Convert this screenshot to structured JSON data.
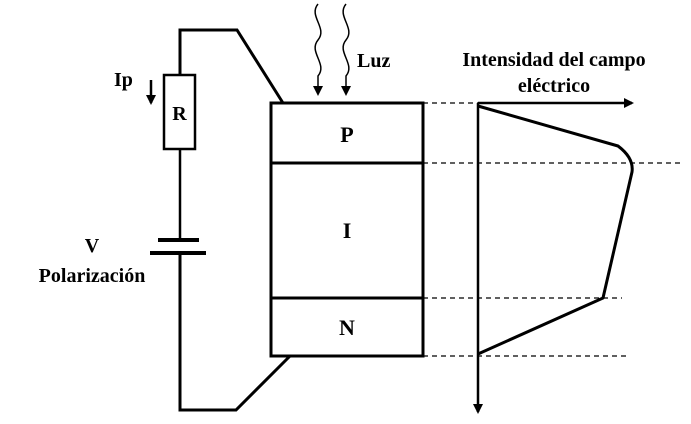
{
  "labels": {
    "current": "Ip",
    "resistor": "R",
    "light": "Luz",
    "field_title_line1": "Intensidad del campo",
    "field_title_line2": "eléctrico",
    "voltage": "V",
    "bias": "Polarización"
  },
  "layers": [
    {
      "id": "p",
      "label": "P"
    },
    {
      "id": "i",
      "label": "I"
    },
    {
      "id": "n",
      "label": "N"
    }
  ],
  "colors": {
    "stroke": "#000000",
    "background": "#ffffff"
  }
}
